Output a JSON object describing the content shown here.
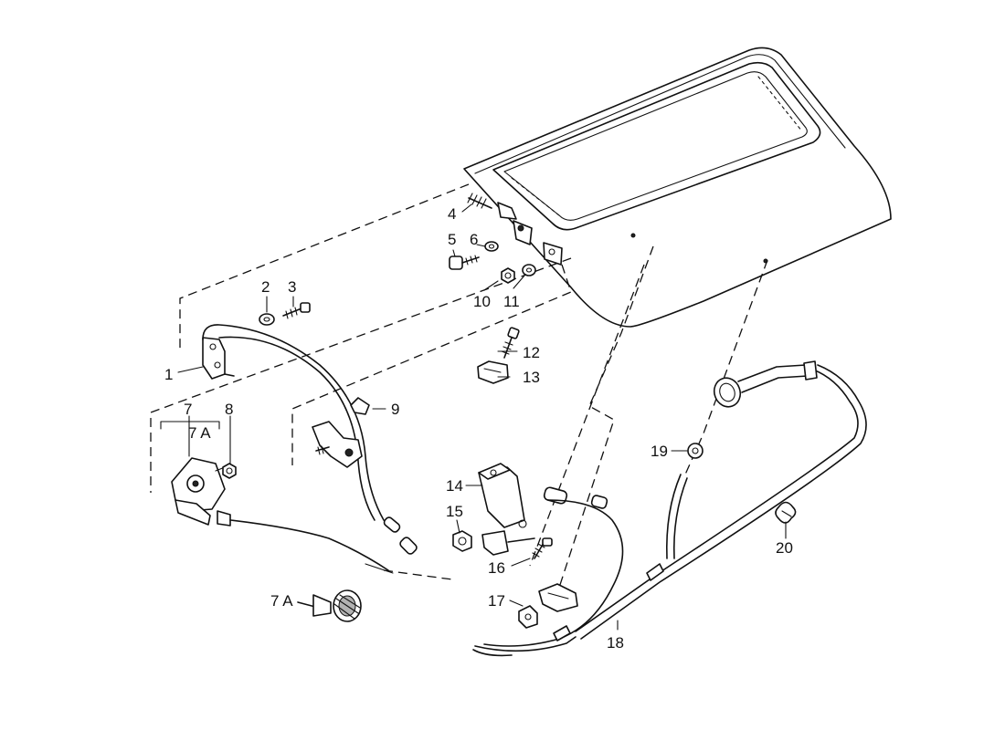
{
  "diagram": {
    "callouts": [
      "1",
      "2",
      "3",
      "4",
      "5",
      "6",
      "7",
      "7 A",
      "8",
      "9",
      "10",
      "11",
      "12",
      "13",
      "14",
      "15",
      "16",
      "17",
      "18",
      "19",
      "20",
      "7 A"
    ]
  },
  "colors": {
    "line": "#111111",
    "background": "#ffffff"
  }
}
